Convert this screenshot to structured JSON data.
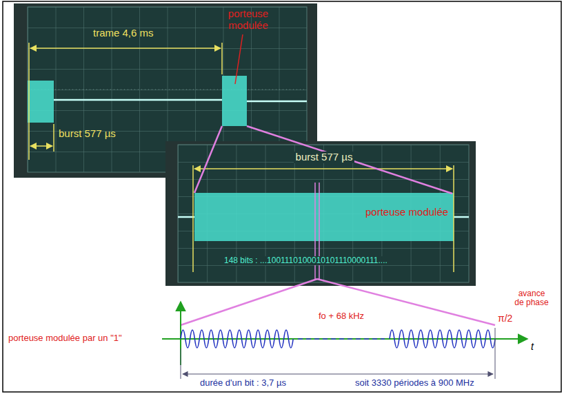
{
  "diagram": {
    "labels": [
      "trame 4,6 ms",
      "porteuse modulée",
      "burst 577 µs",
      "burst 577 µs",
      "porteuse modulée",
      "148 bits : ...1001110100010101110000111....",
      "avance de phase",
      "porteuse modulée par un \"1\"",
      "fo + 68 kHz",
      "π/2",
      "t",
      "durée d'un bit : 3,7 µs",
      "soit 3330 périodes à 900 MHz"
    ]
  }
}
